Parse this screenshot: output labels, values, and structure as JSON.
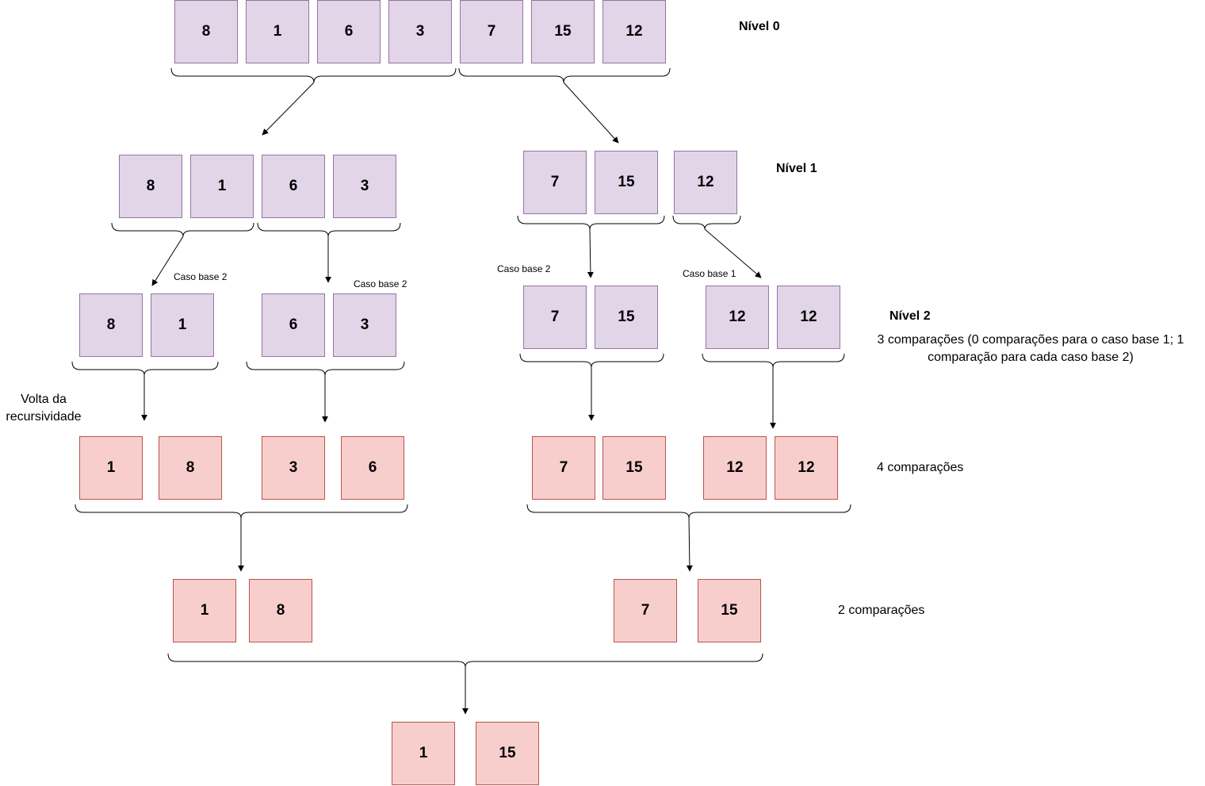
{
  "levels": {
    "level0": "Nível 0",
    "level1": "Nível 1",
    "level2": "Nível 2"
  },
  "case_labels": {
    "a": "Caso base 2",
    "b": "Caso base 2",
    "c": "Caso base 2",
    "d": "Caso base 1"
  },
  "notes": {
    "comparisons_level2": "3 comparações (0 comparações para o caso base 1; 1 comparação para cada caso base 2)",
    "comparisons_4": "4 comparações",
    "comparisons_2": "2 comparações",
    "recursion_return": "Volta da recursividade"
  },
  "row0": [
    "8",
    "1",
    "6",
    "3",
    "7",
    "15",
    "12"
  ],
  "row1_left": [
    "8",
    "1",
    "6",
    "3"
  ],
  "row1_right": [
    "7",
    "15",
    "12"
  ],
  "row2_left": [
    "8",
    "1",
    "6",
    "3"
  ],
  "row2_right": [
    "7",
    "15",
    "12",
    "12"
  ],
  "row3_left": [
    "1",
    "8",
    "3",
    "6"
  ],
  "row3_right": [
    "7",
    "15",
    "12",
    "12"
  ],
  "row4_left": [
    "1",
    "8"
  ],
  "row4_right": [
    "7",
    "15"
  ],
  "row5": [
    "1",
    "15"
  ],
  "colors": {
    "split_fill": "#e1d5e7",
    "split_border": "#9673a6",
    "merge_fill": "#f8cecc",
    "merge_border": "#b85450"
  }
}
